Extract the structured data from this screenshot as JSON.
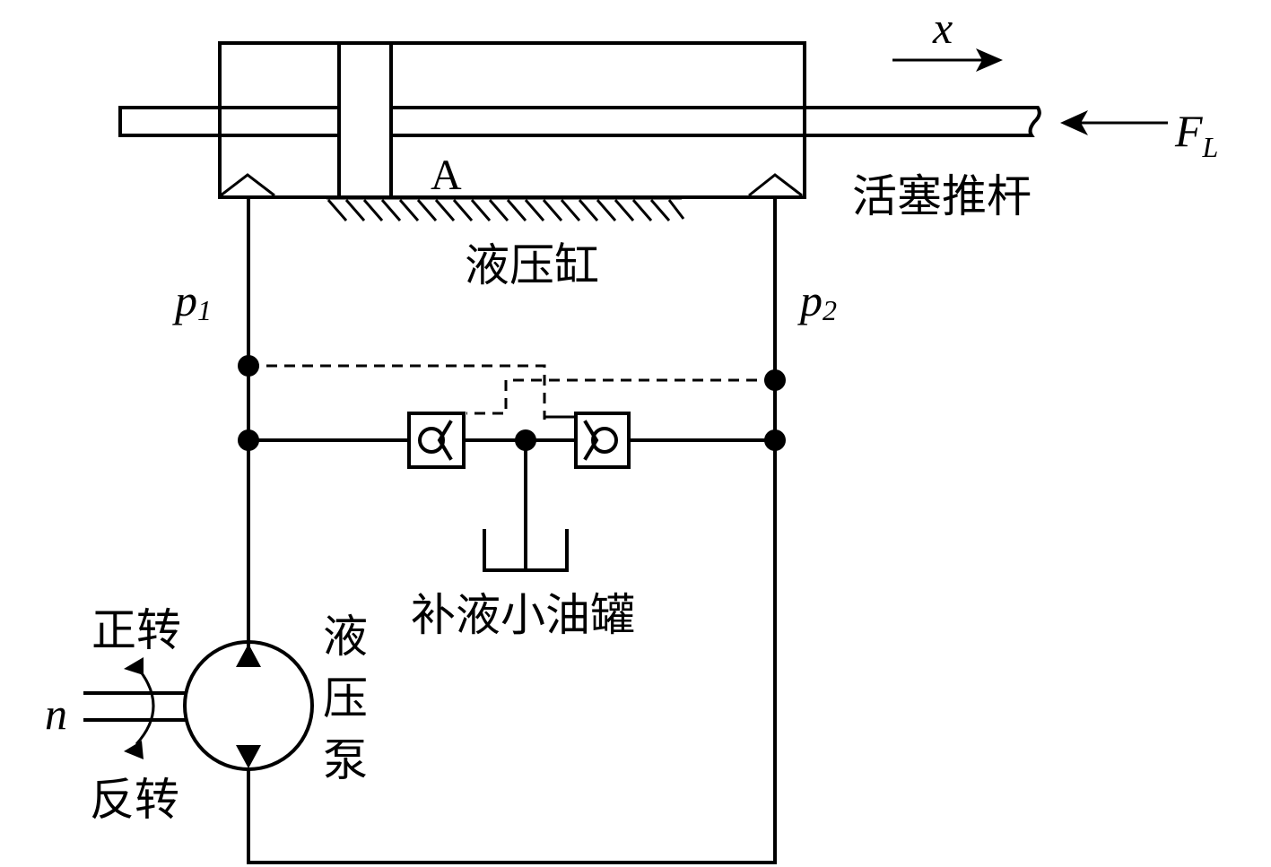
{
  "labels": {
    "displacement": "x",
    "load_force": "F",
    "load_force_sub": "L",
    "piston_rod": "活塞推杆",
    "area": "A",
    "cylinder": "液压缸",
    "pressure_left": "p",
    "pressure_left_sub": "1",
    "pressure_right": "p",
    "pressure_right_sub": "2",
    "tank": "补液小油罐",
    "forward": "正转",
    "reverse": "反转",
    "speed": "n",
    "pump_1": "液",
    "pump_2": "压",
    "pump_3": "泵"
  }
}
